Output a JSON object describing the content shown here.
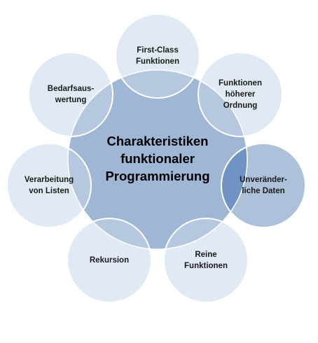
{
  "center": {
    "lines": [
      "Charakteristiken",
      "funktionaler",
      "Programmierung"
    ],
    "color": "#9fb6d4"
  },
  "satellites": [
    {
      "name": "first-class-functions",
      "lines": [
        "First-Class",
        "Funktionen"
      ],
      "color": "#dce6f2"
    },
    {
      "name": "higher-order-functions",
      "lines": [
        "Funktionen",
        "höherer",
        "Ordnung"
      ],
      "color": "#dce6f2"
    },
    {
      "name": "immutable-data",
      "lines": [
        "Unveränder-",
        "liche Daten"
      ],
      "color": "#9fb6d4"
    },
    {
      "name": "pure-functions",
      "lines": [
        "Reine",
        "Funktionen"
      ],
      "color": "#dce6f2"
    },
    {
      "name": "recursion",
      "lines": [
        "Rekursion"
      ],
      "color": "#dce6f2"
    },
    {
      "name": "list-processing",
      "lines": [
        "Verarbeitung",
        "von Listen"
      ],
      "color": "#dce6f2"
    },
    {
      "name": "lazy-evaluation",
      "lines": [
        "Bedarfsaus-",
        "wertung"
      ],
      "color": "#dce6f2"
    }
  ]
}
